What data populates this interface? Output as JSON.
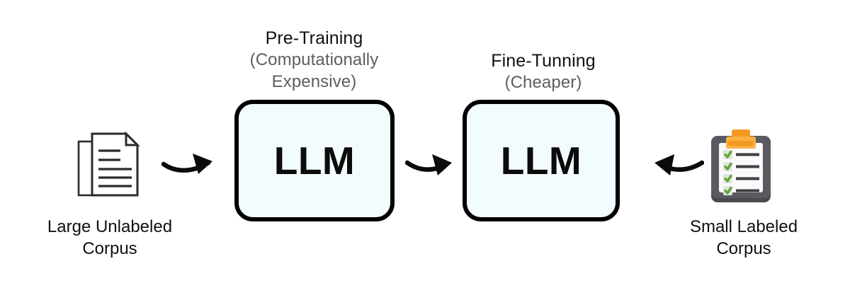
{
  "diagram": {
    "title_visible": false,
    "background_color": "#ffffff"
  },
  "stages": [
    {
      "id": "pre-training",
      "title": "Pre-Training",
      "subtitle_lines": [
        "(Computationally",
        "Expensive)"
      ],
      "box_label": "LLM",
      "box_fill": "#f2fbfd",
      "box_stroke": "#000000"
    },
    {
      "id": "fine-tunning",
      "title": "Fine-Tunning",
      "subtitle_lines": [
        "(Cheaper)"
      ],
      "box_label": "LLM",
      "box_fill": "#f2fbfd",
      "box_stroke": "#000000"
    }
  ],
  "corpora": [
    {
      "id": "large-unlabeled-corpus",
      "caption_lines": [
        "Large Unlabeled",
        "Corpus"
      ],
      "icon": "documents-icon"
    },
    {
      "id": "small-labeled-corpus",
      "caption_lines": [
        "Small Labeled",
        "Corpus"
      ],
      "icon": "clipboard-checklist-icon"
    }
  ],
  "arrows": [
    {
      "id": "arrow-corpus-to-pretraining",
      "icon": "arrow-right-icon",
      "direction": "right"
    },
    {
      "id": "arrow-pretraining-to-finetuning",
      "icon": "arrow-right-icon",
      "direction": "right"
    },
    {
      "id": "arrow-corpus-to-finetuning",
      "icon": "arrow-left-icon",
      "direction": "left"
    }
  ],
  "colors": {
    "text_primary": "#111111",
    "text_secondary": "#5e5e5e",
    "box_fill": "#f2fbfd",
    "box_stroke": "#000000",
    "clip_orange_dark": "#f59a1e",
    "clip_orange_light": "#fbb040",
    "clipboard_body": "#4a4a4f",
    "clipboard_paper": "#fafafa",
    "check_green": "#5ea832",
    "checkbox_fill": "#e3e3e3",
    "line_gray": "#3f3f44",
    "doc_stroke": "#2b2b2b"
  }
}
